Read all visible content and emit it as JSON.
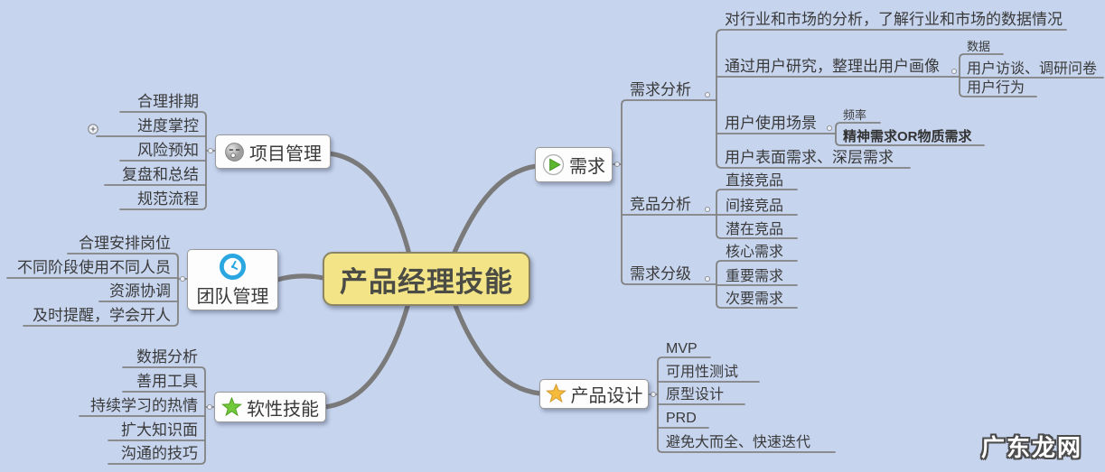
{
  "center": {
    "label": "产品经理技能"
  },
  "watermark": "广东龙网",
  "colors": {
    "background": "#c6d4ee",
    "center_fill": "#f2e487",
    "center_border": "#8b8565",
    "branch_line": "#7a7a7a",
    "node_text": "#3a3a3a"
  },
  "icons": {
    "project": "sleepy-face-icon",
    "team": "clock-icon",
    "soft": "green-star-icon",
    "demand": "play-icon",
    "design": "yellow-star-icon",
    "expand": "plus-circle-icon"
  },
  "branches": {
    "project": {
      "label": "项目管理",
      "items": [
        "合理排期",
        "进度掌控",
        "风险预知",
        "复盘和总结",
        "规范流程"
      ]
    },
    "team": {
      "label": "团队管理",
      "items": [
        "合理安排岗位",
        "不同阶段使用不同人员",
        "资源协调",
        "及时提醒，学会开人"
      ]
    },
    "soft": {
      "label": "软性技能",
      "items": [
        "数据分析",
        "善用工具",
        "持续学习的热情",
        "扩大知识面",
        "沟通的技巧"
      ]
    },
    "demand": {
      "label": "需求",
      "children": {
        "analysis": {
          "label": "需求分析",
          "items": {
            "industry": "对行业和市场的分析，了解行业和市场的数据情况",
            "research": {
              "label": "通过用户研究，整理出用户画像",
              "children": [
                "数据",
                "用户访谈、调研问卷",
                "用户行为"
              ]
            },
            "scene": {
              "label": "用户使用场景",
              "children": [
                "频率",
                "精神需求OR物质需求"
              ]
            },
            "surface": "用户表面需求、深层需求"
          }
        },
        "competitor": {
          "label": "竞品分析",
          "items": [
            "直接竞品",
            "间接竞品",
            "潜在竞品"
          ]
        },
        "grading": {
          "label": "需求分级",
          "items": [
            "核心需求",
            "重要需求",
            "次要需求"
          ]
        }
      }
    },
    "design": {
      "label": "产品设计",
      "items": [
        "MVP",
        "可用性测试",
        "原型设计",
        "PRD",
        "避免大而全、快速迭代"
      ]
    }
  }
}
